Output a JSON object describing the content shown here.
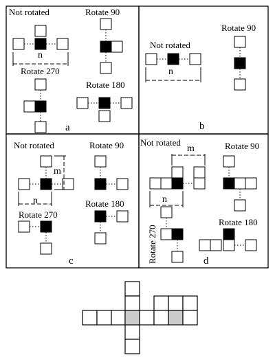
{
  "panels": {
    "a": {
      "letter": "a",
      "labels": {
        "not_rotated": "Not rotated",
        "rotate_90": "Rotate 90",
        "rotate_270": "Rotate 270",
        "rotate_180": "Rotate 180"
      },
      "dims": {
        "n": "n"
      }
    },
    "b": {
      "letter": "b",
      "labels": {
        "not_rotated": "Not rotated",
        "rotate_90": "Rotate 90"
      },
      "dims": {
        "n": "n"
      }
    },
    "c": {
      "letter": "c",
      "labels": {
        "not_rotated": "Not rotated",
        "rotate_90": "Rotate 90",
        "rotate_270": "Rotate 270",
        "rotate_180": "Rotate 180"
      },
      "dims": {
        "n": "n",
        "m": "m"
      }
    },
    "d": {
      "letter": "d",
      "labels": {
        "not_rotated": "Not rotated",
        "rotate_90": "Rotate 90",
        "rotate_270": "Rotate 270",
        "rotate_180": "Rotate 180"
      },
      "dims": {
        "n": "n",
        "m": "m"
      }
    }
  },
  "colors": {
    "filled": "#000000",
    "highlight": "#cccccc",
    "outline": "#000000",
    "background": "#ffffff"
  }
}
